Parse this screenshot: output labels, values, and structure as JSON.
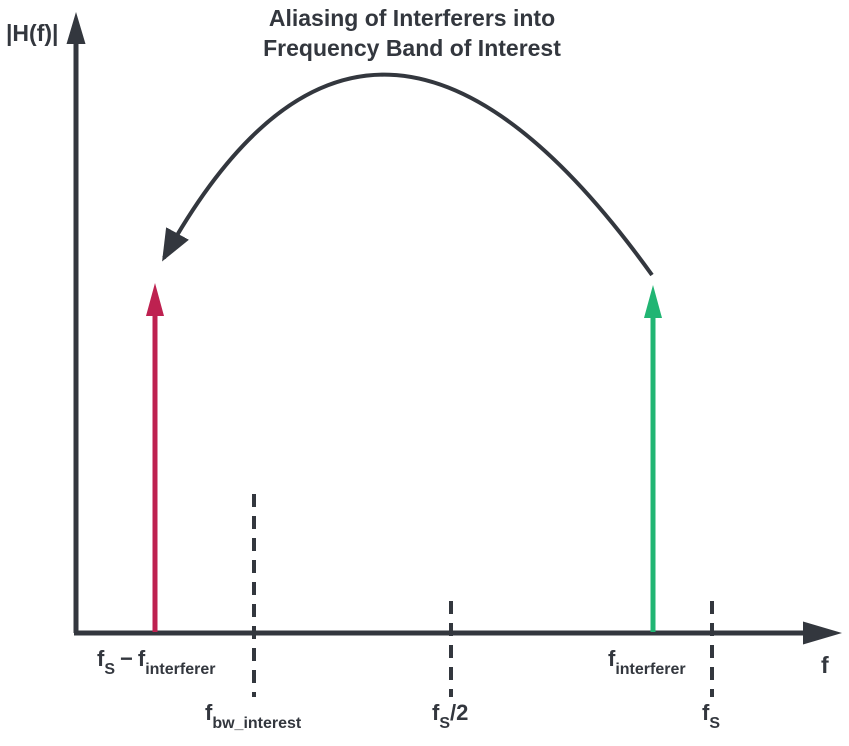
{
  "figure": {
    "title_line1": "Aliasing of Interferers into",
    "title_line2": "Frequency Band of Interest"
  },
  "axes": {
    "y_label": "|H(f)|",
    "x_label": "f"
  },
  "labels": {
    "alias": {
      "f1": "f",
      "sub1": "S",
      "op": "−",
      "f2": "f",
      "sub2": "interferer"
    },
    "bw_interest": {
      "f": "f",
      "sub": "bw_interest"
    },
    "nyquist": {
      "f": "f",
      "sub": "S",
      "suffix": "/2"
    },
    "interferer": {
      "f": "f",
      "sub": "interferer"
    },
    "sample_rate": {
      "f": "f",
      "sub": "S"
    }
  },
  "colors": {
    "ink": "#33373E",
    "aliased_interferer": "#BE2150",
    "interferer": "#21B573"
  }
}
